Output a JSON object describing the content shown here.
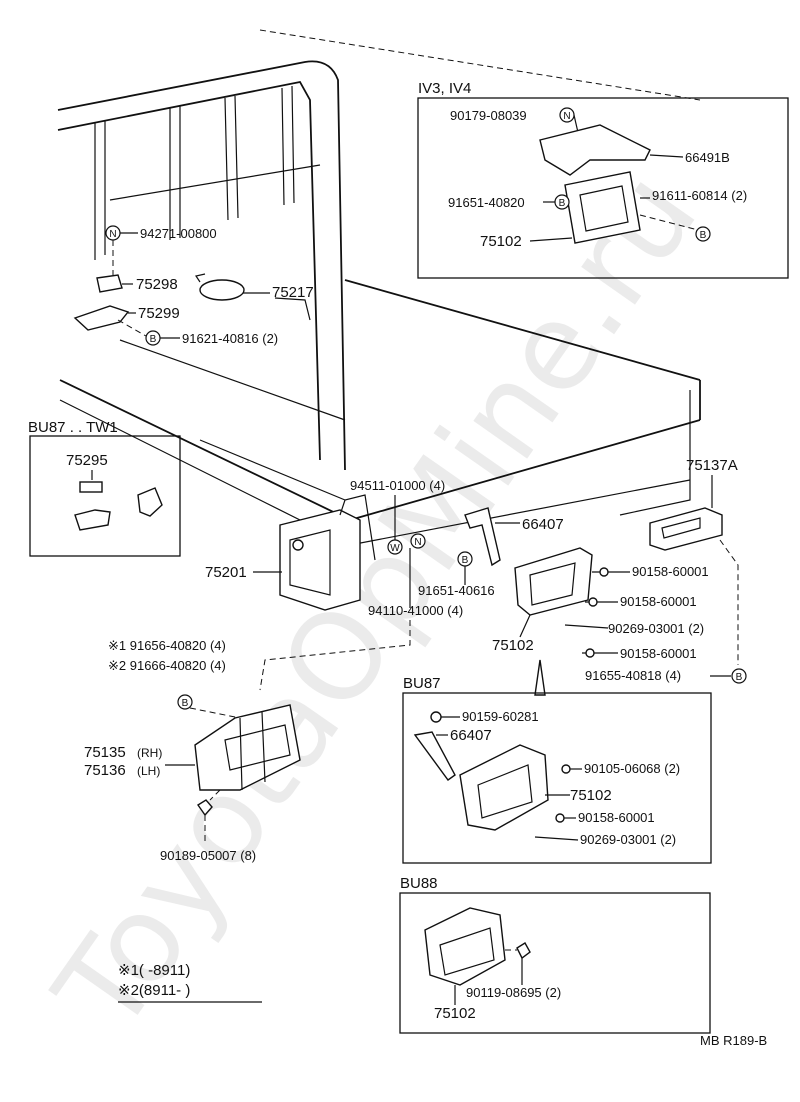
{
  "boxes": {
    "iv": "IV3, IV4",
    "bu87tw1": "BU87 . . TW1",
    "bu87": "BU87",
    "bu88": "BU88"
  },
  "labels": {
    "p90179": "90179-08039",
    "p66491b": "66491B",
    "p91651_40820": "91651-40820",
    "p91611": "91611-60814 (2)",
    "p75102_iv": "75102",
    "p94271": "94271-00800",
    "p75298": "75298",
    "p75217": "75217",
    "p75299": "75299",
    "p91621": "91621-40816 (2)",
    "p75295": "75295",
    "p75137a": "75137A",
    "p94511": "94511-01000 (4)",
    "p66407": "66407",
    "p75201": "75201",
    "p91651_40616": "91651-40616",
    "p94110": "94110-41000 (4)",
    "p90158_a": "90158-60001",
    "p90158_b": "90158-60001",
    "p90269_a": "90269-03001 (2)",
    "p75102_main": "75102",
    "p90158_c": "90158-60001",
    "p91655": "91655-40818 (4)",
    "p91656": "※1  91656-40820 (4)",
    "p91666": "※2  91666-40820 (4)",
    "p75135": "75135",
    "p75135_sub": "(RH)",
    "p75136": "75136",
    "p75136_sub": "(LH)",
    "p90189": "90189-05007 (8)",
    "p90159": "90159-60281",
    "p66407_bu87": "66407",
    "p90105": "90105-06068 (2)",
    "p75102_bu87": "75102",
    "p90158_bu87": "90158-60001",
    "p90269_bu87": "90269-03001 (2)",
    "p90119": "90119-08695 (2)",
    "p75102_bu88": "75102",
    "note1": "※1(        -8911)",
    "note2": "※2(8911-        )",
    "ref": "MB R189-B"
  },
  "markers": {
    "n": "N",
    "b": "B",
    "w": "W"
  },
  "watermark": "ToyotaOpMine.ru"
}
